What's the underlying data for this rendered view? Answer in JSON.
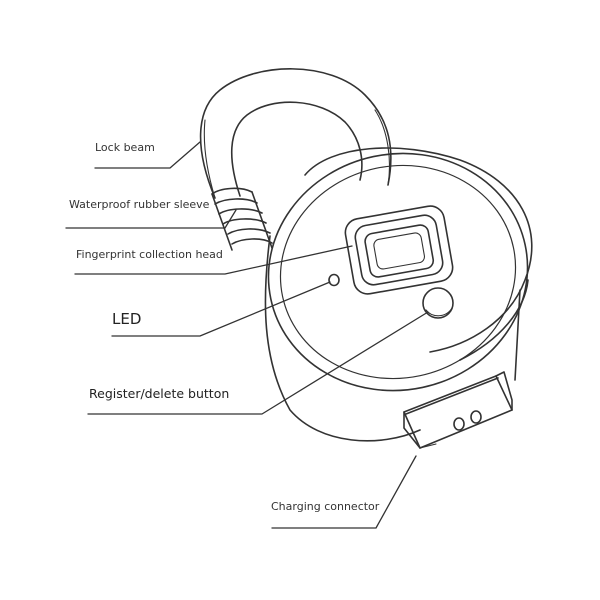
{
  "labels": {
    "lock_beam": "Lock beam",
    "rubber_sleeve": "Waterproof rubber sleeve",
    "fingerprint_head": "Fingerprint collection head",
    "led": "LED",
    "register_button": "Register/delete button",
    "charging_connector": "Charging connector"
  },
  "colors": {
    "line": "#333333",
    "text": "#333333",
    "background": "#ffffff"
  }
}
